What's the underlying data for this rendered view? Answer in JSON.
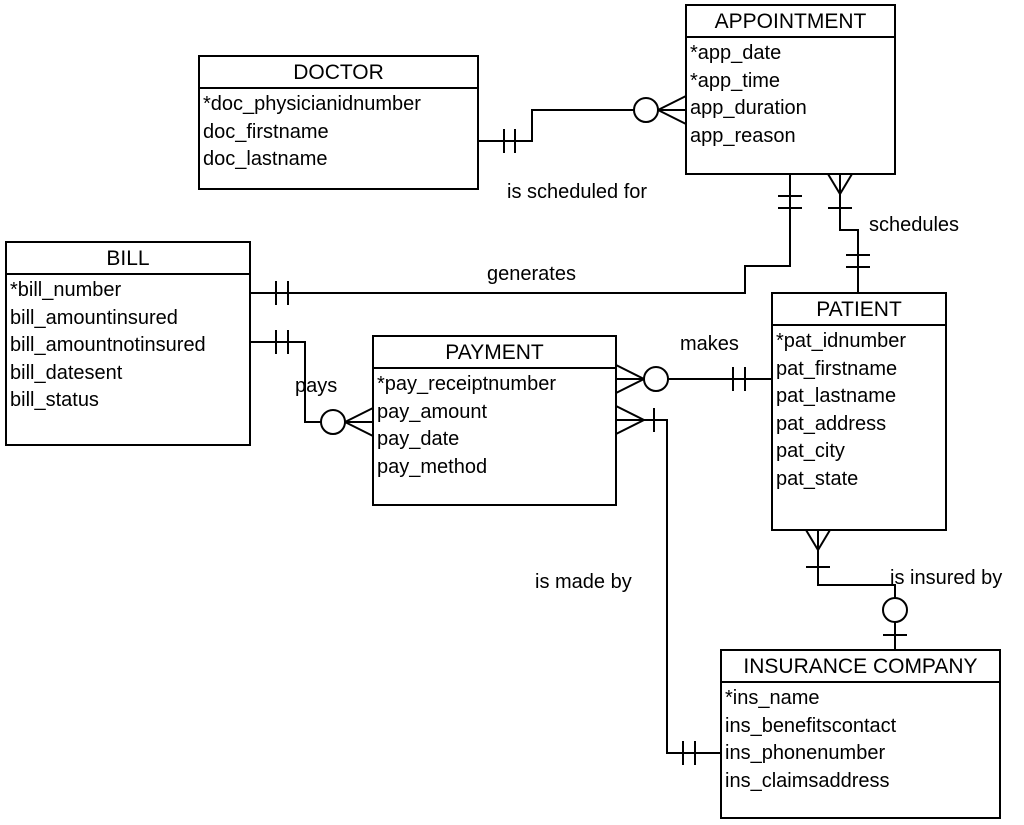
{
  "entities": {
    "appointment": {
      "title": "APPOINTMENT",
      "attributes": [
        "*app_date",
        "*app_time",
        "app_duration",
        "app_reason"
      ]
    },
    "doctor": {
      "title": "DOCTOR",
      "attributes": [
        "*doc_physicianidnumber",
        "doc_firstname",
        "doc_lastname"
      ]
    },
    "bill": {
      "title": "BILL",
      "attributes": [
        "*bill_number",
        "bill_amountinsured",
        "bill_amountnotinsured",
        "bill_datesent",
        "bill_status"
      ]
    },
    "payment": {
      "title": "PAYMENT",
      "attributes": [
        "*pay_receiptnumber",
        "pay_amount",
        "pay_date",
        "pay_method"
      ]
    },
    "patient": {
      "title": "PATIENT",
      "attributes": [
        "*pat_idnumber",
        "pat_firstname",
        "pat_lastname",
        "pat_address",
        "pat_city",
        "pat_state"
      ]
    },
    "insurance_company": {
      "title": "INSURANCE COMPANY",
      "attributes": [
        "*ins_name",
        "ins_benefitscontact",
        "ins_phonenumber",
        "ins_claimsaddress"
      ]
    }
  },
  "relationships": {
    "is_scheduled_for": "is scheduled for",
    "schedules": "schedules",
    "generates": "generates",
    "makes": "makes",
    "pays": "pays",
    "is_made_by": "is made by",
    "is_insured_by": "is insured by"
  }
}
